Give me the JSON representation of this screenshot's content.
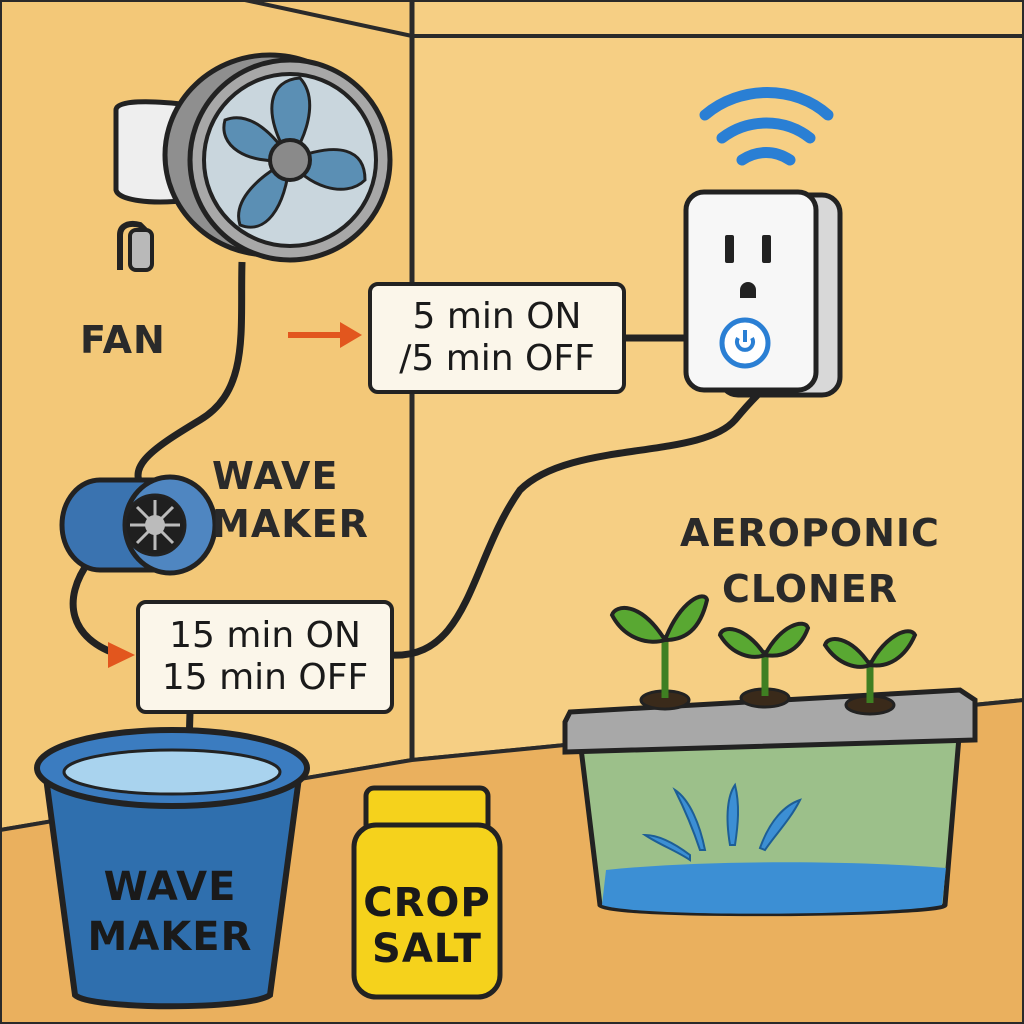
{
  "labels": {
    "fan": "FAN",
    "wave_maker": "WAVE MAKER",
    "aeroponic_cloner": "AEROPONIC CLONER",
    "bucket": "WAVE MAKER",
    "jar": "CROP SALT"
  },
  "timers": {
    "fan_timer": {
      "line1": "5 min ON",
      "line2": "/5 min OFF"
    },
    "wave_timer": {
      "line1": "15 min ON",
      "line2": "15 min OFF"
    }
  },
  "colors": {
    "wall": "#f3c878",
    "floor": "#eab05e",
    "bucket": "#2f6fae",
    "jar": "#f5d21c",
    "wifi": "#2a7fd4",
    "arrow": "#e2561e",
    "plant": "#59a832"
  },
  "icons": [
    "fan-icon",
    "wave-maker-pump-icon",
    "smart-plug-icon",
    "wifi-icon",
    "bucket-icon",
    "jar-icon",
    "cloner-icon",
    "seedling-icon"
  ]
}
